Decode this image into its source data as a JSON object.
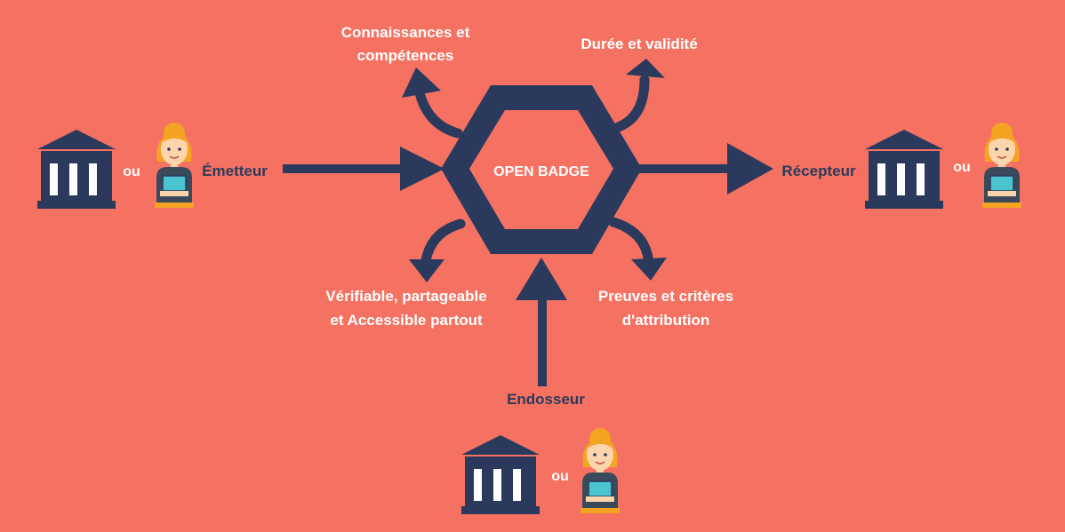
{
  "colors": {
    "background": "#f57262",
    "navy": "#2b3a5c",
    "white": "#ffffff",
    "hair": "#f5a323",
    "skin": "#fdd5ad",
    "shirt": "#3a4a5a",
    "tablet": "#4cc4cf"
  },
  "center": {
    "label": "OPEN BADGE"
  },
  "emitter": {
    "label": "Émetteur",
    "or": "ou"
  },
  "receiver": {
    "label": "Récepteur",
    "or": "ou"
  },
  "endorser": {
    "label": "Endosseur",
    "or": "ou"
  },
  "attributes": {
    "knowledge": {
      "line1": "Connaissances et",
      "line2": "compétences"
    },
    "duration": {
      "line1": "Durée et validité"
    },
    "verifiable": {
      "line1": "Vérifiable, partageable",
      "line2": "et Accessible partout"
    },
    "evidence": {
      "line1": "Preuves et critères",
      "line2": "d'attribution"
    }
  },
  "icons": {
    "institution": "bank-building-icon",
    "person": "woman-with-tablet-icon"
  }
}
